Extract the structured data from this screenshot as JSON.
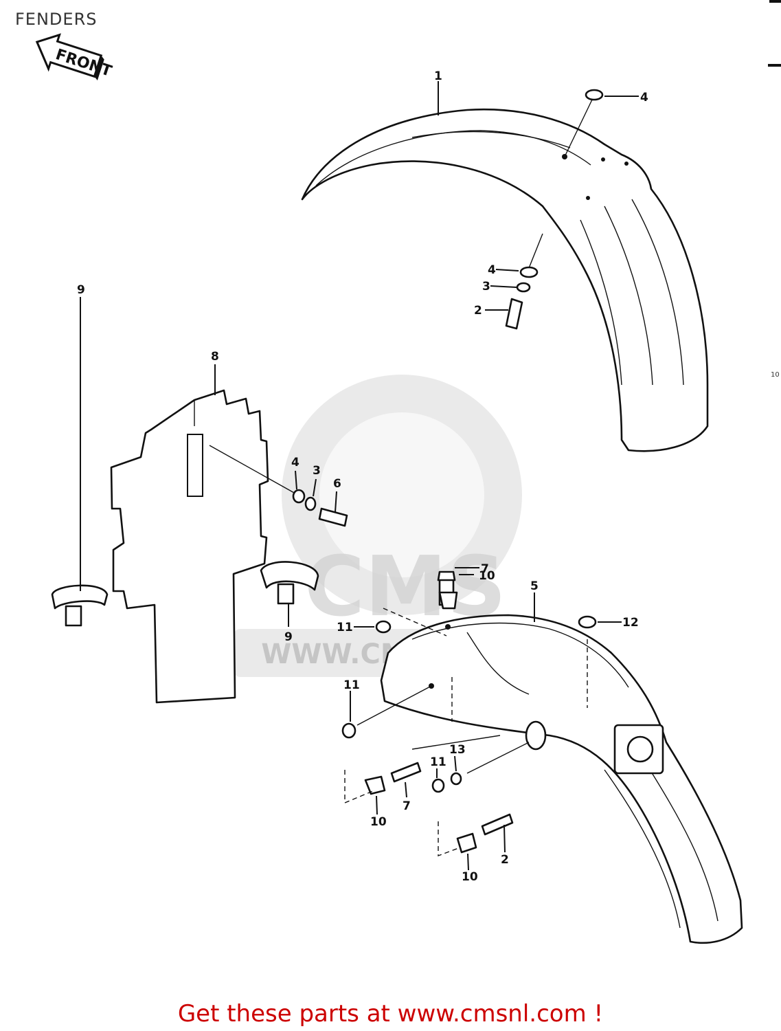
{
  "header": {
    "title": "FENDERS",
    "front_arrow_label": "FRONT"
  },
  "watermark": {
    "brand": "CMS",
    "url": "WWW.CMSNL.COM"
  },
  "margin_code": "10",
  "callouts": {
    "c1": "1",
    "c4a": "4",
    "c4b": "4",
    "c3a": "3",
    "c2a": "2",
    "c8": "8",
    "c4c": "4",
    "c3b": "3",
    "c6": "6",
    "c9a": "9",
    "c9b": "9",
    "c7a": "7",
    "c10a": "10",
    "c5": "5",
    "c11a": "11",
    "c12": "12",
    "c11b": "11",
    "c11c": "11",
    "c13": "13",
    "c7b": "7",
    "c10b": "10",
    "c2b": "2",
    "c10c": "10"
  },
  "footer": {
    "link_text": "Get these parts at www.cmsnl.com !"
  }
}
